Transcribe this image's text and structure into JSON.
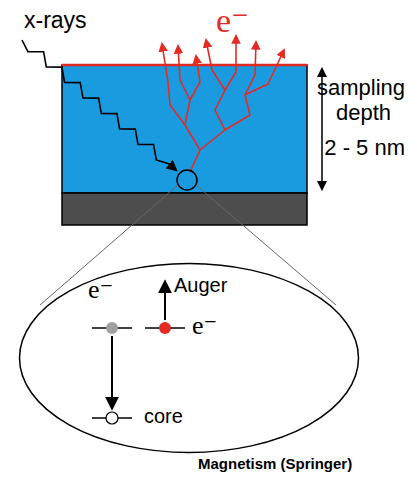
{
  "diagram": {
    "caption": "Magnetism (Springer)",
    "nodes": [
      {
        "text": [
          "e⁻",
          "Auger",
          "e⁻",
          "core"
        ]
      }
    ],
    "labels": [
      "x-rays",
      "e⁻",
      "sampling",
      "depth",
      "2 - 5 nm"
    ]
  }
}
